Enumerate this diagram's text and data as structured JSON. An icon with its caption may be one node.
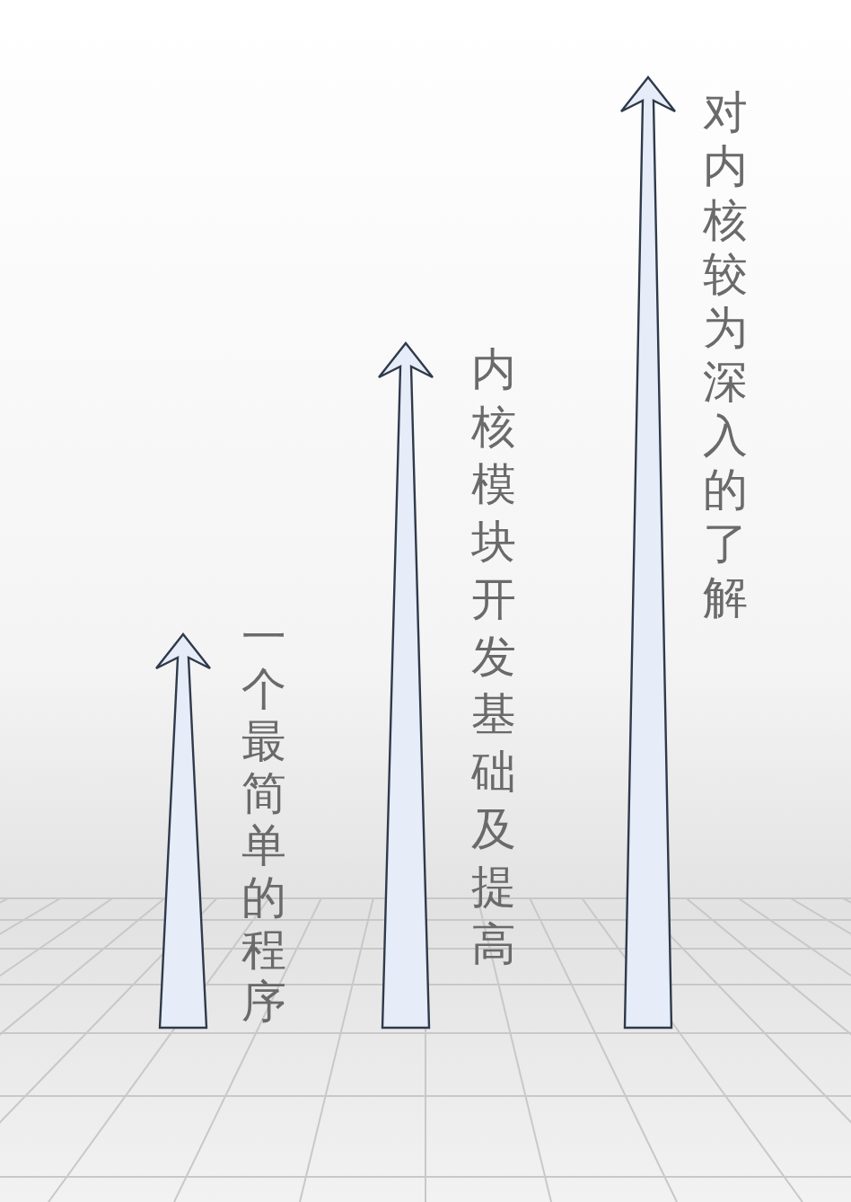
{
  "diagram": {
    "nodes": [
      {
        "text": [
          "一个最简单的程序"
        ]
      },
      {
        "text": [
          "内核模块开发基础及提高"
        ]
      },
      {
        "text": [
          "对内核较为深入的了解"
        ]
      }
    ]
  }
}
